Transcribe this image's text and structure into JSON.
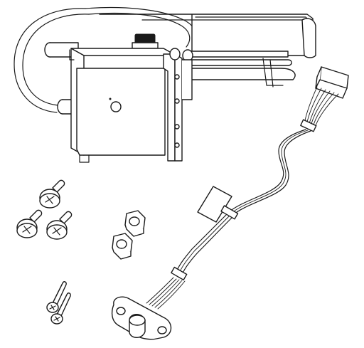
{
  "diagram": {
    "kind": "parts-kit-line-drawing",
    "parts": [
      {
        "name": "cutter-assembly",
        "icon": "cutter-module-icon",
        "quantity": 1
      },
      {
        "name": "wire-harness",
        "icon": "cable-harness-icon",
        "quantity": 1
      },
      {
        "name": "short-screws",
        "icon": "screw-icon",
        "quantity": 3
      },
      {
        "name": "hex-nuts",
        "icon": "nut-icon",
        "quantity": 2
      },
      {
        "name": "long-screws",
        "icon": "long-screw-icon",
        "quantity": 2
      }
    ],
    "colors": {
      "line": "#1a1a1a",
      "background": "#ffffff",
      "shade": "#e8e8e8"
    }
  }
}
